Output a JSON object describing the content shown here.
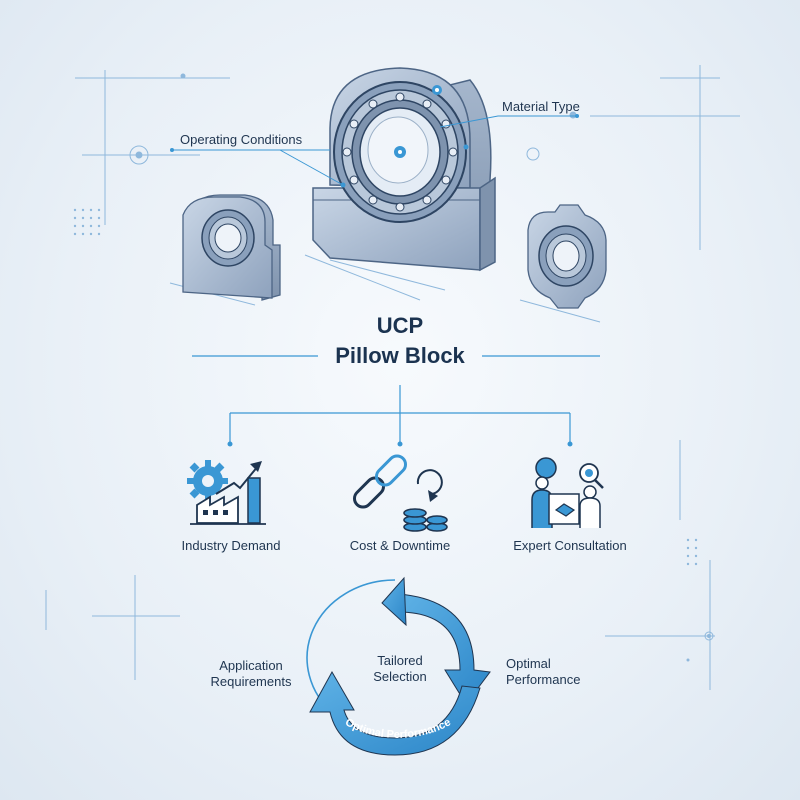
{
  "title": {
    "line1": "UCP",
    "line2": "Pillow Block"
  },
  "callouts": {
    "operating_conditions": "Operating Conditions",
    "material_type": "Material Type"
  },
  "factors": [
    {
      "label": "Industry Demand",
      "icon": "gear-factory-growth-icon"
    },
    {
      "label": "Cost & Downtime",
      "icon": "chain-link-coins-icon"
    },
    {
      "label": "Expert Consultation",
      "icon": "consultation-handshake-icon"
    }
  ],
  "cycle": {
    "left_label": "Application\nRequirements",
    "center_label": "Tailored\nSelection",
    "right_label": "Optimal\nPerformance",
    "arc_text": "Optimal Performance"
  },
  "colors": {
    "accent": "#3a97d4",
    "line": "#7fb3dd",
    "metal": "#a9b9cf",
    "dark": "#1f3550"
  }
}
